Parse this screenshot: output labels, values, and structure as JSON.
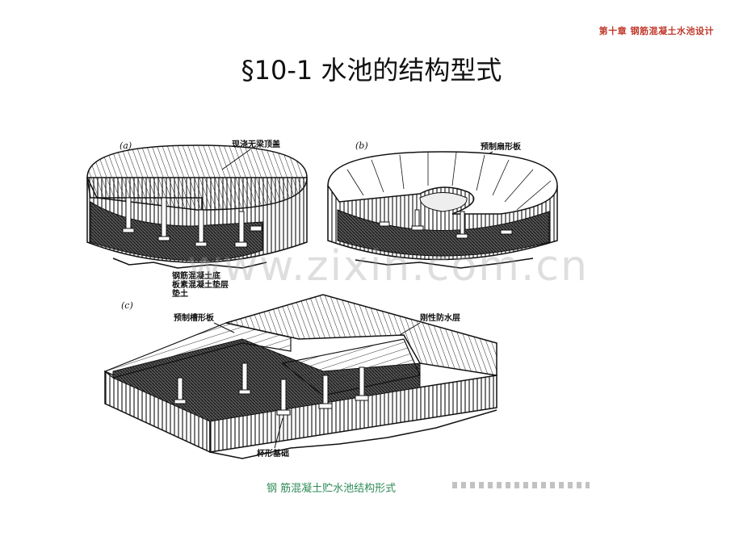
{
  "header": {
    "chapter": "第十章 钢筋混凝土水池设计"
  },
  "title": "§10-1 水池的结构型式",
  "figure": {
    "panel_a": {
      "tag": "(a)",
      "callout_top": "现浇无梁顶盖",
      "callout_layers": [
        "钢筋混凝土底",
        "板素混凝土垫层",
        "垫土"
      ]
    },
    "panel_b": {
      "tag": "(b)",
      "callout_top": "预制扇形板"
    },
    "panel_c": {
      "tag": "(c)",
      "callout_left": "预制槽形板",
      "callout_right": "刚性防水层",
      "callout_bottom": "杯形基础"
    }
  },
  "caption": "钢 筋混凝土贮水池结构形式",
  "watermark": "www.zixin.com.cn"
}
